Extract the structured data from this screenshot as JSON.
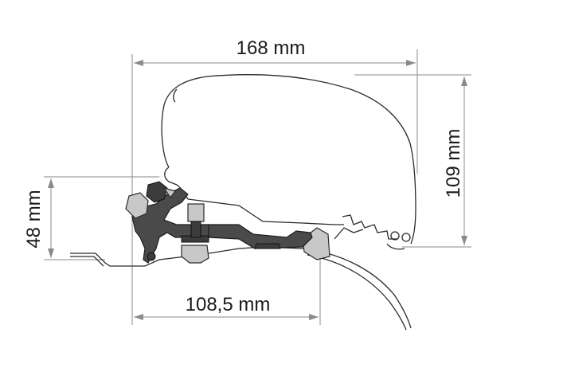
{
  "dimensions": {
    "width_label": "168 mm",
    "height_label": "109 mm",
    "bracket_height_label": "48 mm",
    "bottom_width_label": "108,5 mm"
  },
  "colors": {
    "line": "#2a2a2a",
    "dimension_line": "#8a8a8a",
    "bracket": "#4a4a4a",
    "metal": "#c8c8c8"
  }
}
